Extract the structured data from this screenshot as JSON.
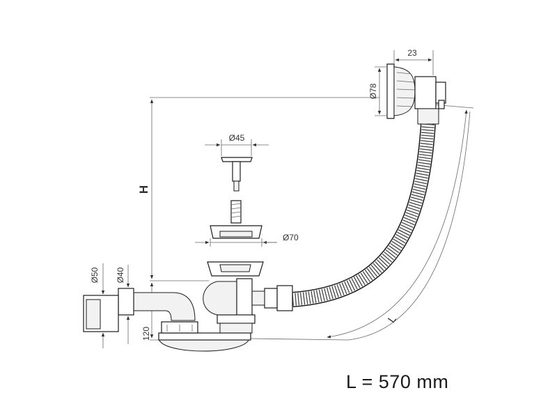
{
  "dimensions": {
    "d78": "Ø78",
    "w23": "23",
    "d45": "Ø45",
    "d70": "Ø70",
    "d50": "Ø50",
    "d40": "Ø40",
    "h120": "120",
    "H": "H",
    "L": "L"
  },
  "formula": "L = 570 mm"
}
